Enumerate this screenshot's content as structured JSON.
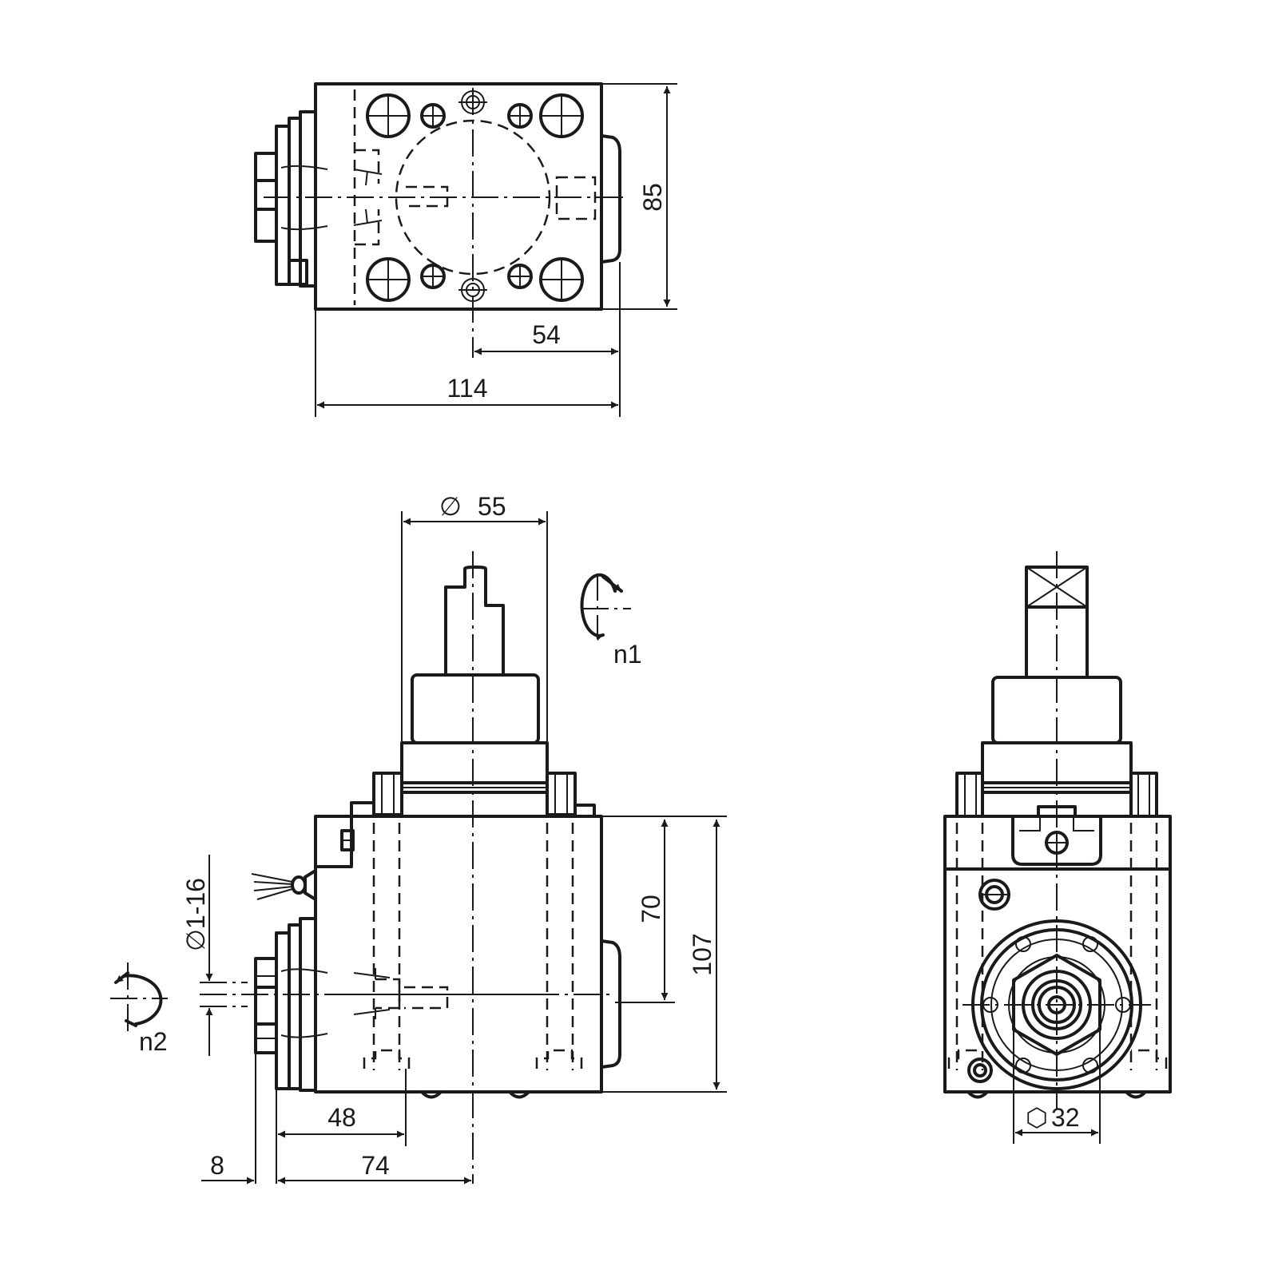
{
  "dimensions": {
    "top_height": "85",
    "top_offset": "54",
    "top_width": "114",
    "spindle_diameter": "55",
    "shank_diameter": "1-16",
    "height_to_axis": "70",
    "total_height": "107",
    "offset_48": "48",
    "offset_8": "8",
    "offset_74": "74",
    "hex_size": "32"
  },
  "symbols": {
    "diameter": "∅",
    "hex": "⬡"
  },
  "rotation_labels": {
    "n1": "n1",
    "n2": "n2"
  }
}
